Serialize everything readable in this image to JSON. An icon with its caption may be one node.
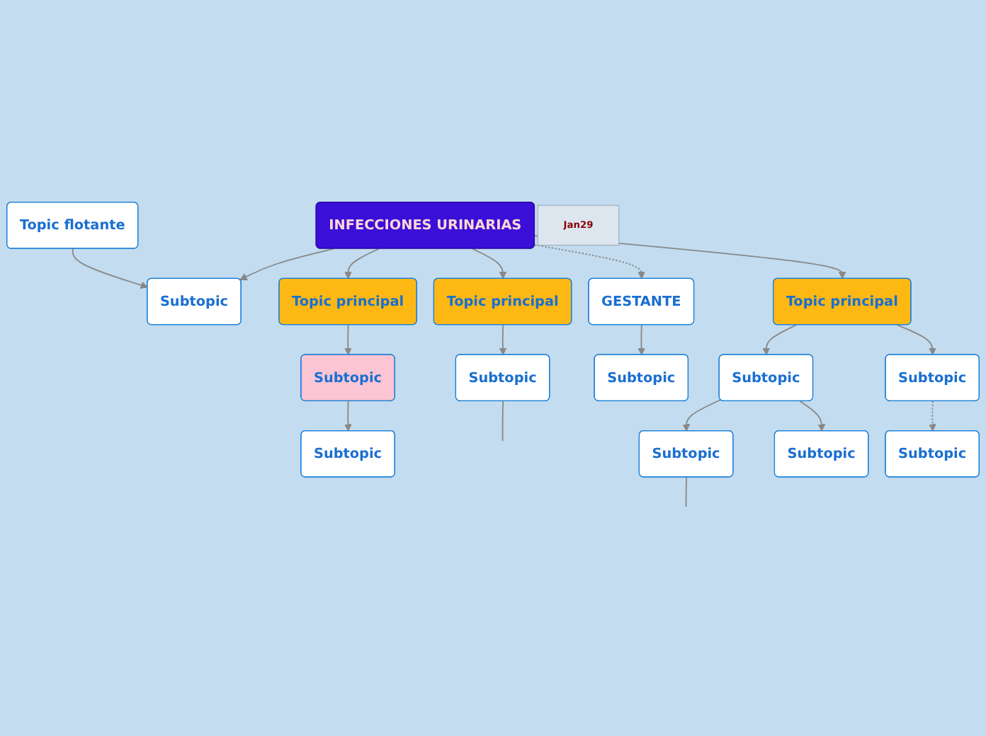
{
  "diagram": {
    "nodes": [
      {
        "text": [
          "INFECCIONES URINARIAS"
        ],
        "beside": [
          "Jan29"
        ]
      },
      {
        "text": [
          "Topic flotante"
        ]
      },
      {
        "text": [
          "Subtopic"
        ]
      },
      {
        "text": [
          "Topic principal"
        ]
      },
      {
        "text": [
          "Subtopic"
        ]
      },
      {
        "text": [
          "Subtopic"
        ]
      },
      {
        "text": [
          "Topic principal"
        ]
      },
      {
        "text": [
          "GESTANTE"
        ]
      },
      {
        "text": [
          "Subtopic"
        ]
      },
      {
        "text": [
          "Subtopic"
        ]
      },
      {
        "text": [
          "Topic principal"
        ]
      },
      {
        "text": [
          "Subtopic"
        ]
      },
      {
        "text": [
          "Subtopic"
        ]
      },
      {
        "text": [
          "Subtopic"
        ]
      },
      {
        "text": [
          "Subtopic"
        ]
      },
      {
        "text": [
          "Subtopic"
        ]
      }
    ],
    "edges": [
      {
        "from": 0,
        "to": 2,
        "arrow": "to"
      },
      {
        "from": 1,
        "to": 2,
        "arrow": "to"
      },
      {
        "from": 0,
        "to": 3,
        "arrow": "to"
      },
      {
        "from": 3,
        "to": 4,
        "arrow": "to"
      },
      {
        "from": 4,
        "to": 5,
        "arrow": "to"
      },
      {
        "from": 0,
        "to": 6,
        "arrow": "to"
      },
      {
        "from": 0,
        "to": 7,
        "arrow": "to",
        "style": "dashed"
      },
      {
        "from": 7,
        "to": 8,
        "arrow": "to"
      },
      {
        "from": 6,
        "to": 9,
        "arrow": "to"
      },
      {
        "from": 0,
        "to": 10,
        "arrow": "to"
      },
      {
        "from": 10,
        "to": 11,
        "arrow": "to"
      },
      {
        "from": 11,
        "to": 12,
        "arrow": "to"
      },
      {
        "from": 11,
        "to": 13,
        "arrow": "to"
      },
      {
        "from": 10,
        "to": 14,
        "arrow": "to"
      },
      {
        "from": 14,
        "to": 15,
        "arrow": "to",
        "style": "dashed"
      },
      {
        "from": 9,
        "to": null,
        "arrow": "none"
      },
      {
        "from": 12,
        "to": null,
        "arrow": "none"
      }
    ]
  }
}
